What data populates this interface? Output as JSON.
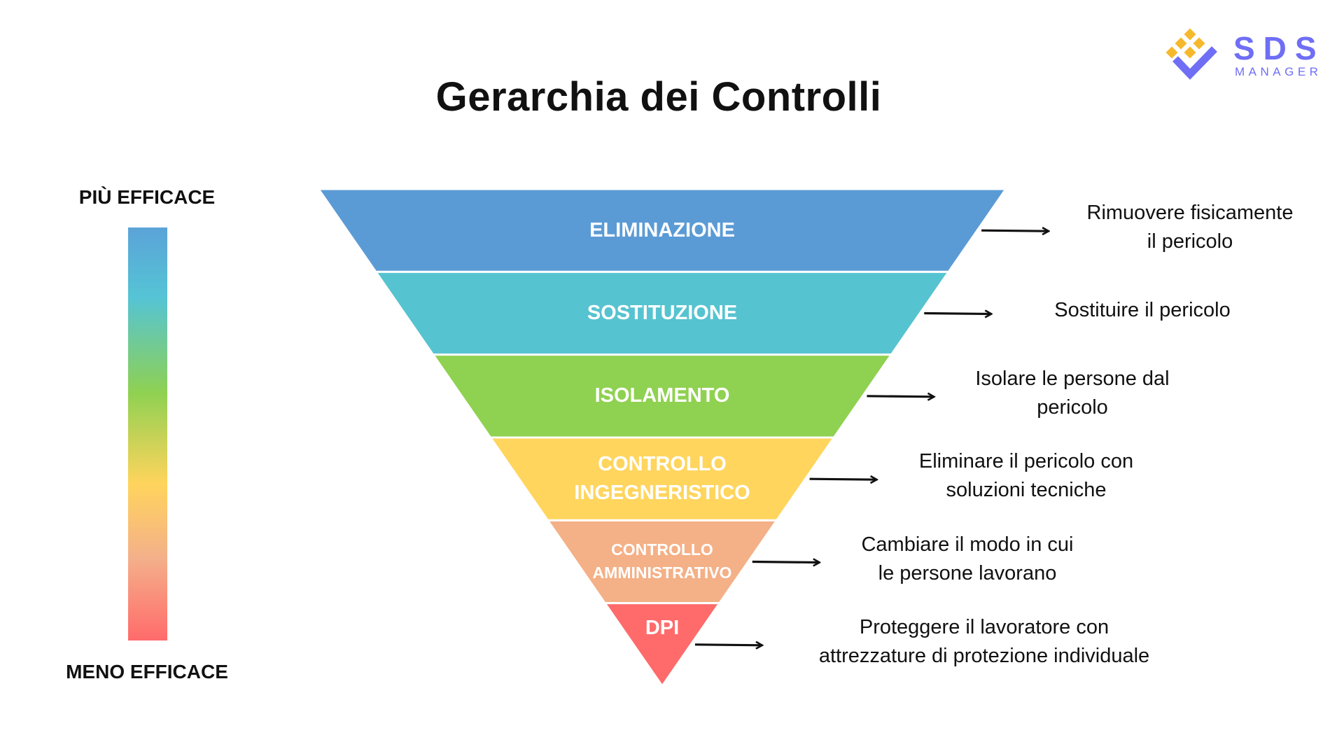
{
  "title": "Gerarchia dei Controlli",
  "logo": {
    "brand": "SDS",
    "subtitle": "MANAGER",
    "icon": "diamond-check-icon",
    "color": "#6f6ef5",
    "accent": "#f6b82d"
  },
  "scale": {
    "top_label": "PIÙ EFFICACE",
    "bottom_label": "MENO EFFICACE"
  },
  "levels": [
    {
      "label": "ELIMINAZIONE",
      "description": "Rimuovere fisicamente\nil pericolo",
      "color": "#5b9bd5"
    },
    {
      "label": "SOSTITUZIONE",
      "description": "Sostituire il pericolo",
      "color": "#56c3d0"
    },
    {
      "label": "ISOLAMENTO",
      "description": "Isolare le persone dal\npericolo",
      "color": "#8fd150"
    },
    {
      "label": "CONTROLLO\nINGEGNERISTICO",
      "description": "Eliminare il pericolo con\nsoluzioni tecniche",
      "color": "#ffd55e"
    },
    {
      "label": "CONTROLLO\nAMMINISTRATIVO",
      "description": "Cambiare il modo in cui\nle persone lavorano",
      "color": "#f4b086"
    },
    {
      "label": "DPI",
      "description": "Proteggere il lavoratore con\nattrezzature di protezione individuale",
      "color": "#ff6b6b"
    }
  ]
}
